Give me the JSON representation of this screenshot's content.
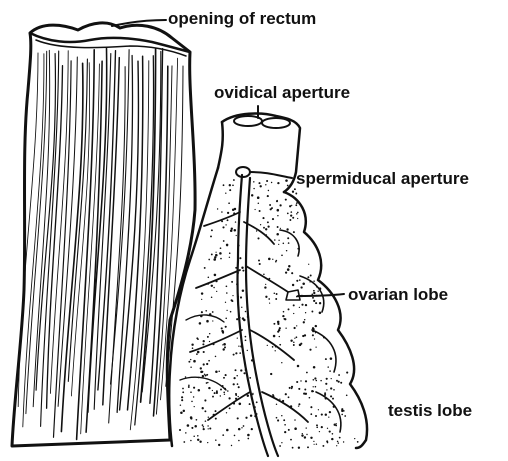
{
  "labels": {
    "opening_of_rectum": "opening of rectum",
    "oviducal_aperture": "ovidical aperture",
    "spermiducal_aperture": "spermiducal aperture",
    "ovarian_lobe": "ovarian lobe",
    "testis_lobe": "testis lobe"
  },
  "colors": {
    "ink": "#111111",
    "background": "#ffffff"
  }
}
